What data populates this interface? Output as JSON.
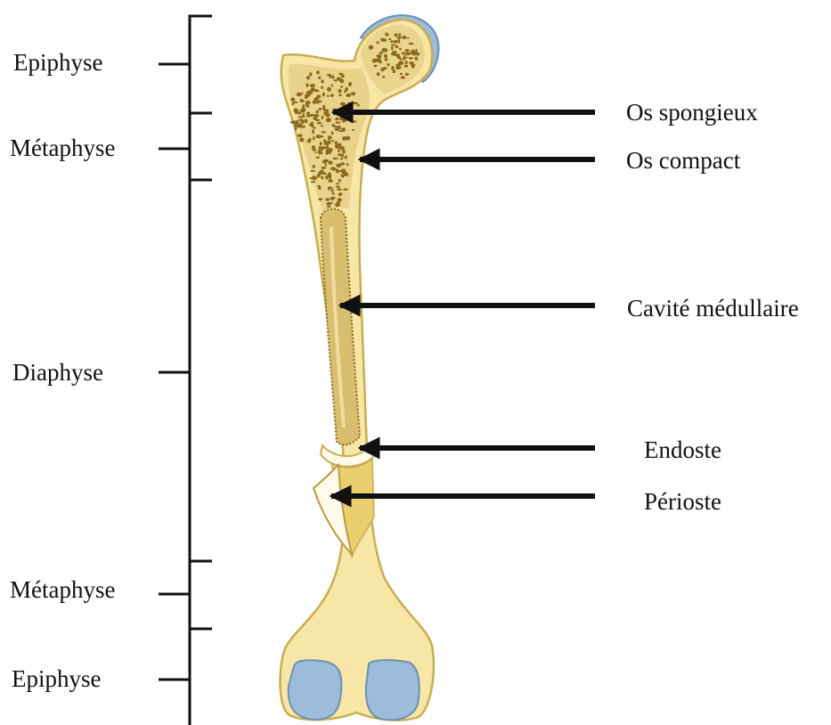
{
  "left_labels": {
    "epiphyse_top": "Epiphyse",
    "metaphyse_top": "Métaphyse",
    "diaphyse": "Diaphyse",
    "metaphyse_bottom": "Métaphyse",
    "epiphyse_bottom": "Epiphyse"
  },
  "right_labels": {
    "os_spongieux": "Os spongieux",
    "os_compact": "Os compact",
    "cavite_medullaire": "Cavité médullaire",
    "endoste": "Endoste",
    "perioste": "Périoste"
  },
  "colors": {
    "bone": "#F7E6A6",
    "bone_outline": "#C8AD52",
    "spongy_dots": "#8C6A1F",
    "marrow": "#D8BE6E",
    "cartilage": "#9CBCDA",
    "periosteum": "#FFFBEA",
    "arrow": "#111111"
  }
}
